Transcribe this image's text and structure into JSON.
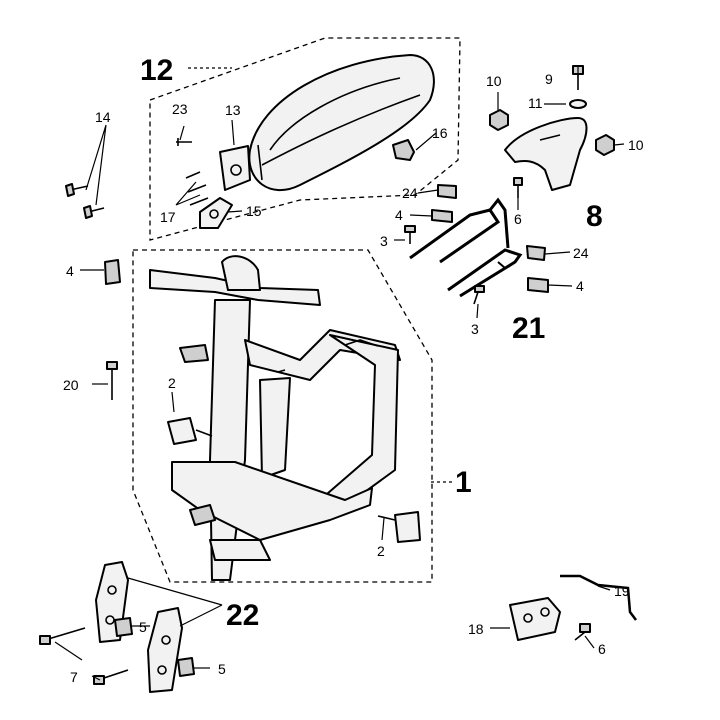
{
  "diagram": {
    "callouts": {
      "c1": "1",
      "c2a": "2",
      "c2b": "2",
      "c3a": "3",
      "c3b": "3",
      "c4a": "4",
      "c4b": "4",
      "c4c": "4",
      "c5a": "5",
      "c5b": "5",
      "c6a": "6",
      "c6b": "6",
      "c7": "7",
      "c8": "8",
      "c9": "9",
      "c10a": "10",
      "c10b": "10",
      "c11": "11",
      "c12": "12",
      "c13": "13",
      "c14": "14",
      "c15": "15",
      "c16": "16",
      "c17": "17",
      "c18": "18",
      "c19": "19",
      "c20": "20",
      "c21": "21",
      "c22": "22",
      "c23": "23",
      "c24a": "24",
      "c24b": "24"
    }
  },
  "colors": {
    "line": "#000000",
    "part_fill": "#f2f2f2",
    "shade": "#cfcfcf",
    "background": "#ffffff"
  }
}
